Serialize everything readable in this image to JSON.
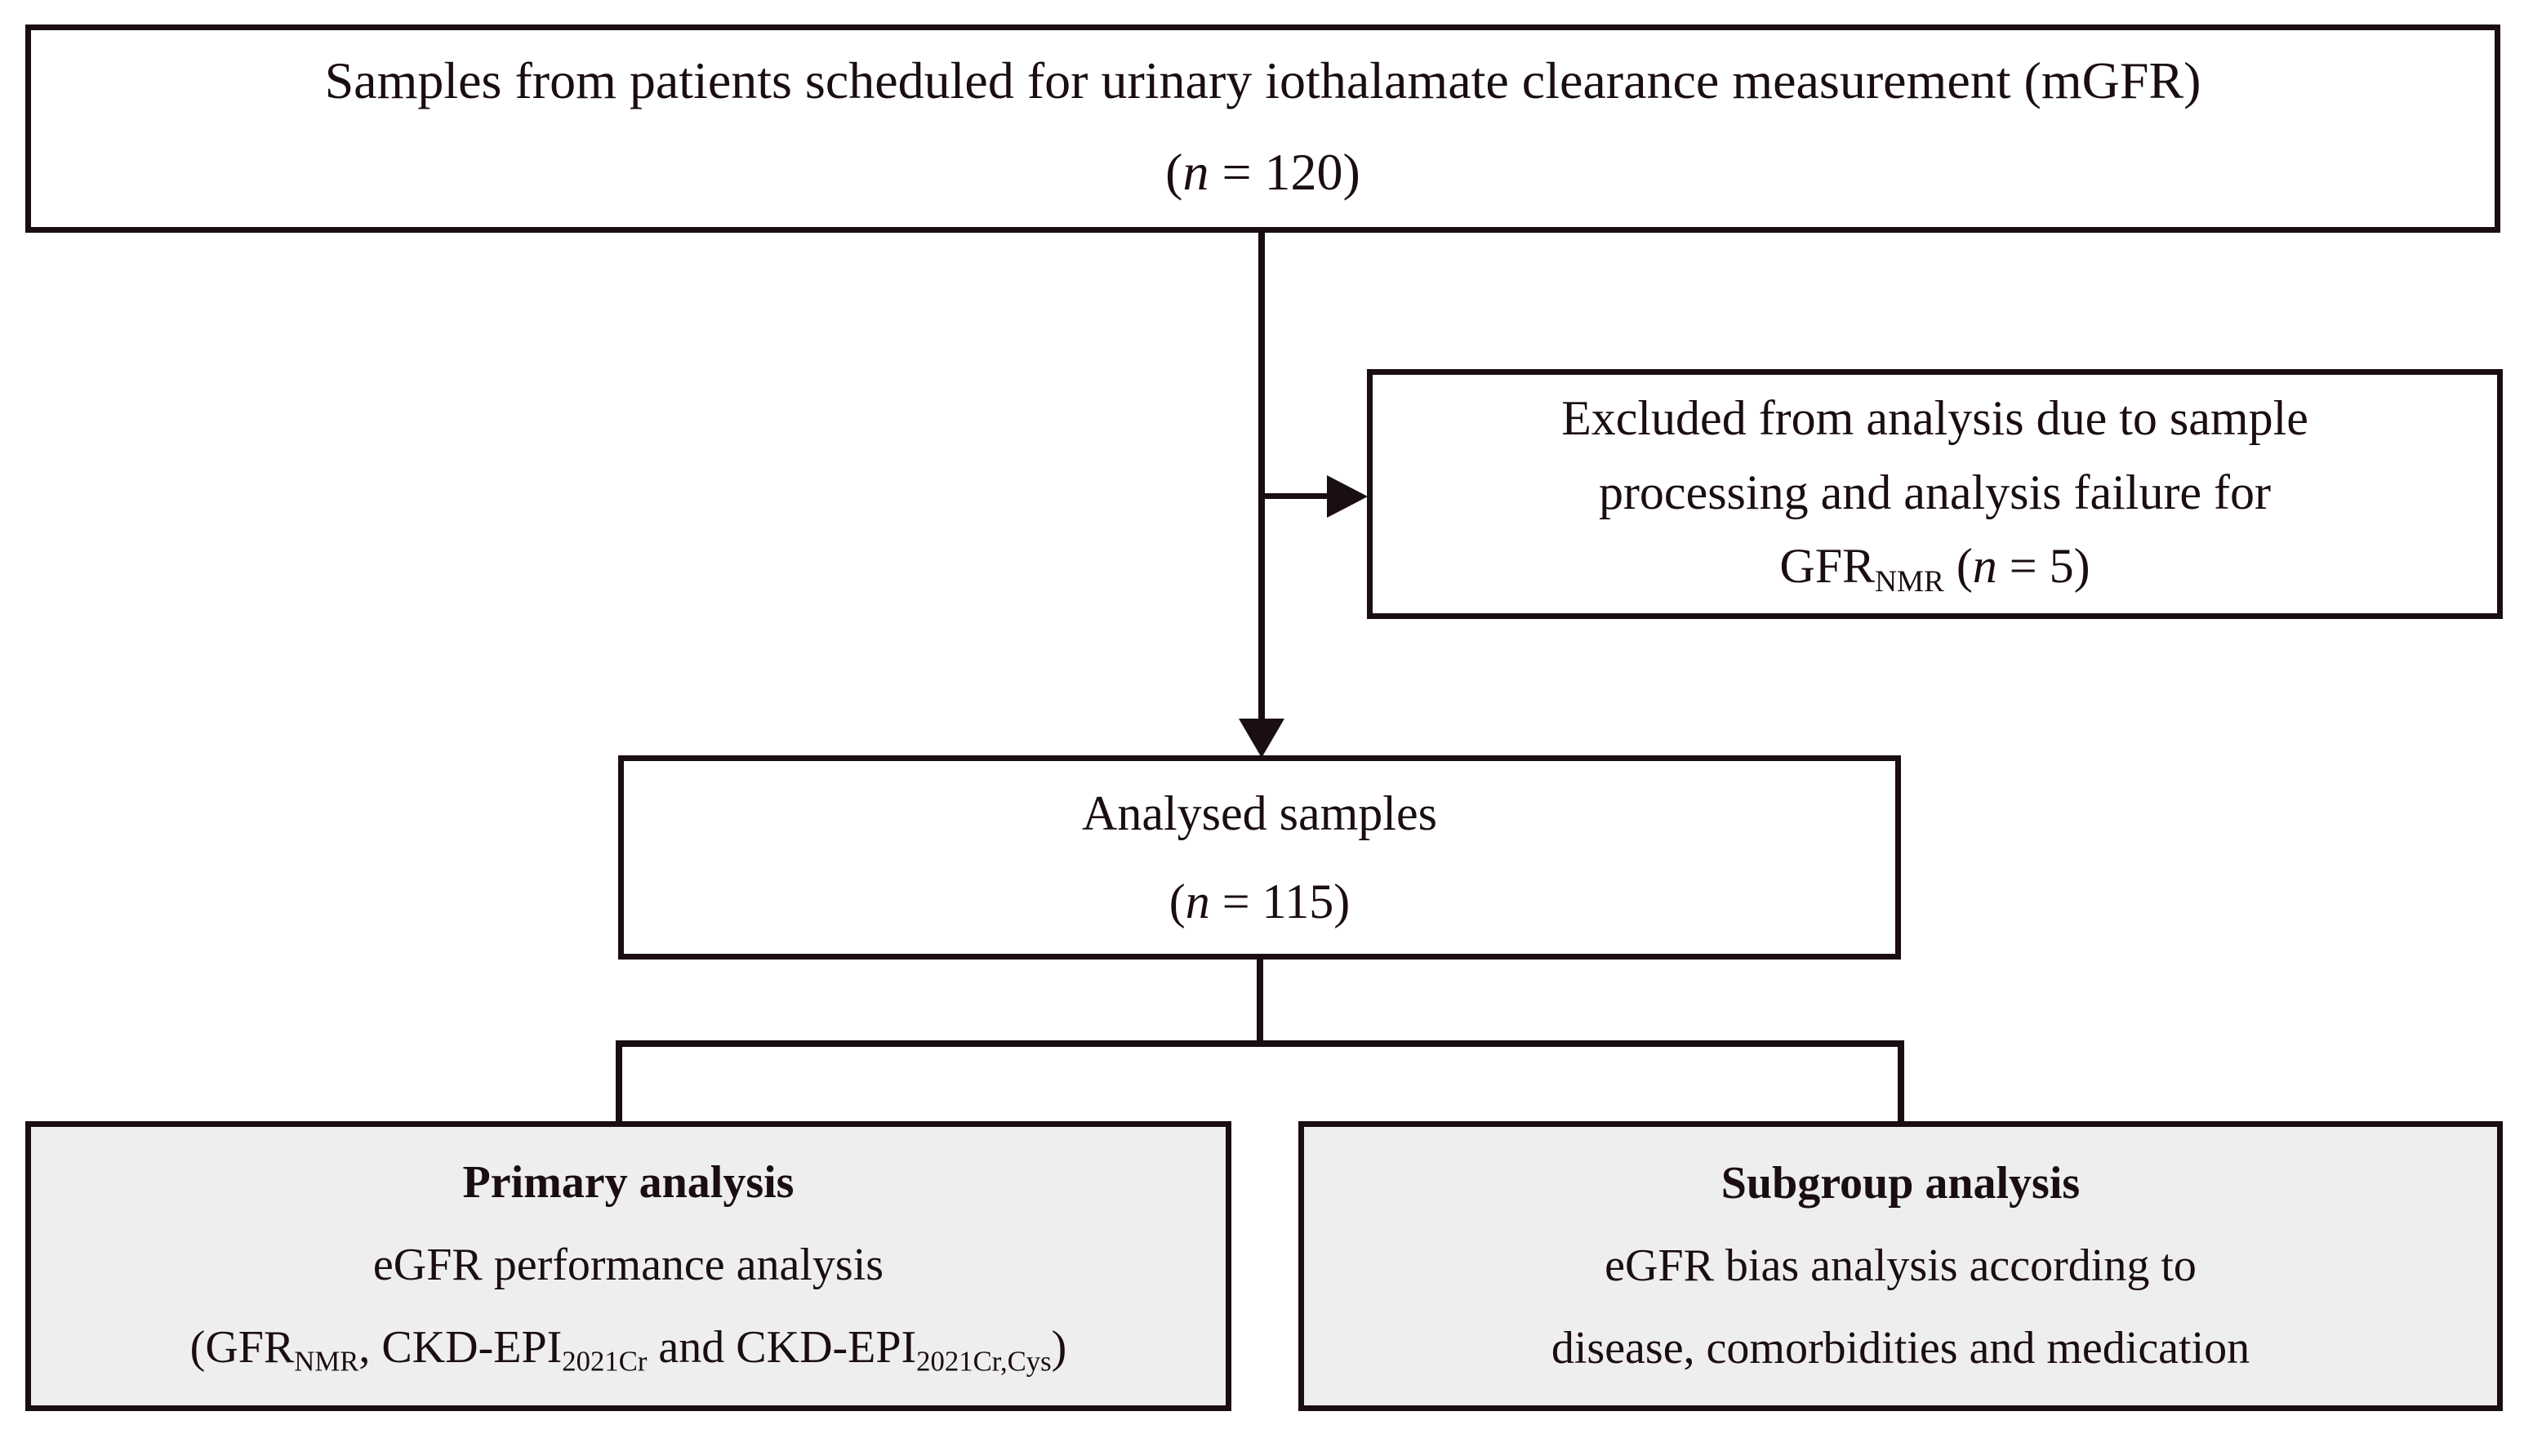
{
  "diagram": {
    "title": "Study sample flow diagram",
    "type": "flowchart",
    "colors": {
      "line": "#1a0d14",
      "box_fill": "#ffffff",
      "shaded_box_fill": "#eeeeee",
      "text": "#1a0d14"
    }
  },
  "nodes": {
    "enrolled": {
      "line1": "Samples from patients scheduled for urinary iothalamate clearance measurement (mGFR)",
      "n_prefix": "(",
      "n_symbol": "n",
      "n_eq": " = 120)"
    },
    "excluded": {
      "line1": "Excluded from analysis due to sample",
      "line2": "processing and analysis failure for",
      "line3_base": "GFR",
      "line3_sub": "NMR",
      "line3_open": " (",
      "line3_symbol": "n",
      "line3_close": " = 5)"
    },
    "analysed": {
      "line1": "Analysed samples",
      "n_prefix": "(",
      "n_symbol": "n",
      "n_eq": " = 115)"
    },
    "primary": {
      "title": "Primary analysis",
      "line2": "eGFR performance analysis",
      "line3_open": "(",
      "line3_a_base": "GFR",
      "line3_a_sub": "NMR",
      "line3_sep1": ", ",
      "line3_b_base": "CKD-EPI",
      "line3_b_sub": "2021Cr",
      "line3_sep2": " and ",
      "line3_c_base": "CKD-EPI",
      "line3_c_sub": "2021Cr,Cys",
      "line3_close": ")"
    },
    "subgroup": {
      "title": "Subgroup analysis",
      "line2": "eGFR bias analysis according to",
      "line3": "disease, comorbidities and medication"
    }
  },
  "connectors": {
    "enrolled_to_analysed": "arrow-down",
    "enrolled_to_excluded": "arrow-right",
    "analysed_to_analyses": "bracket-split"
  }
}
